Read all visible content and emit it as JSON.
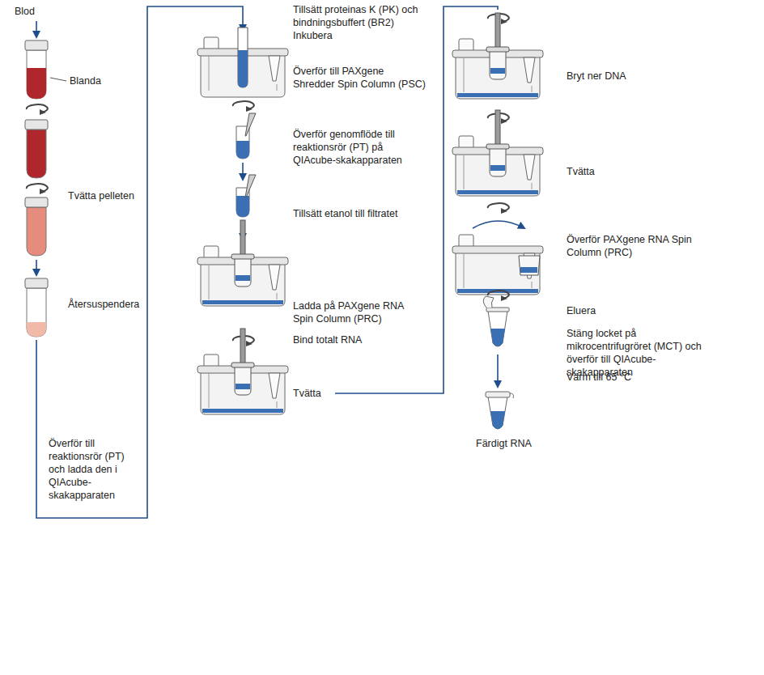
{
  "diagram": {
    "labels": [
      "Blod",
      "Blanda",
      "Tvätta pelleten",
      "Återsuspendera",
      "Överför till reaktionsrör (PT) och ladda den i QIAcube-skakapparaten",
      "Tillsätt proteinas K (PK) och bindningsbuffert (BR2) Inkubera",
      "Överför till PAXgene Shredder Spin Column (PSC)",
      "Överför genomflöde till reaktionsrör (PT) på QIAcube-skakapparaten",
      "Tillsätt etanol till filtratet",
      "Ladda på PAXgene RNA Spin Column (PRC)",
      "Bind totalt RNA",
      "Tvätta",
      "Bryt ner DNA",
      "Tvätta",
      "Överför PAXgene RNA Spin Column (PRC)",
      "Eluera",
      "Stäng locket på mikrocentrifugröret (MCT) och överför till QIAcube-skakapparaten",
      "Värm till 65 °C",
      "Färdigt RNA"
    ]
  }
}
